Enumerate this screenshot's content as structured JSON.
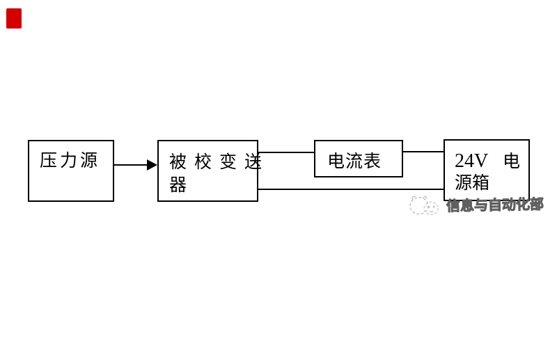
{
  "page": {
    "background": "#ffffff"
  },
  "marker": {
    "color": "#d40000"
  },
  "diagram": {
    "line_color": "#000000",
    "boxes": {
      "pressure_source": {
        "label": "压力源"
      },
      "transmitter": {
        "line1": "被校变送",
        "line2": "器",
        "full_label": "被校变送器"
      },
      "ammeter": {
        "label": "电流表"
      },
      "power_supply": {
        "line1_left": "24V",
        "line1_right": "电",
        "line2": "源箱",
        "full_label": "24V 电源箱"
      }
    },
    "connections": [
      {
        "from": "压力源",
        "to": "被校变送器",
        "type": "arrow"
      },
      {
        "from": "被校变送器",
        "to": "电流表",
        "type": "line"
      },
      {
        "from": "电流表",
        "to": "24V电源箱",
        "type": "line"
      },
      {
        "from": "被校变送器",
        "to": "24V电源箱",
        "type": "line"
      }
    ]
  },
  "watermark": {
    "text": "信息与自动化部",
    "color": "#8f8f8f",
    "logo": "sketch-doodle-icon"
  }
}
